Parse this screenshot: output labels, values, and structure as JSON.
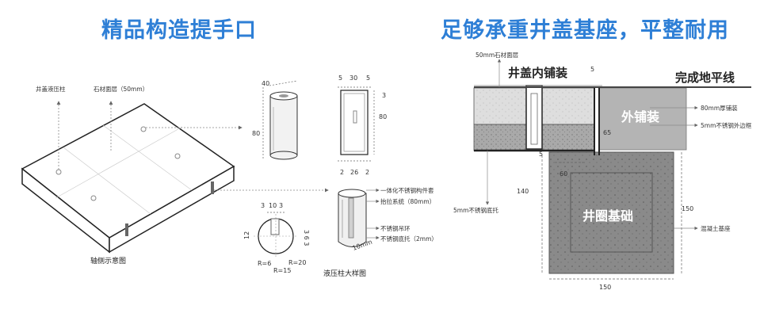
{
  "titles": {
    "left": "精品构造提手口",
    "right": "足够承重井盖基座，平整耐用"
  },
  "left_panel": {
    "labels": {
      "hydraulic_post": "井盖液压柱",
      "stone_layer": "石材面层（50mm）",
      "axon_caption": "轴侧示意图",
      "detail_caption": "液压柱大样图",
      "integrated_part": "一体化不锈钢构件套",
      "lift_system": "抬拉系统（80mm）",
      "steel_ring": "不锈钢吊环",
      "steel_tray": "不锈钢底托（2mm）"
    },
    "dims": {
      "cyl_40": "40",
      "cyl_80": "80",
      "sec_5a": "5",
      "sec_30": "30",
      "sec_5b": "5",
      "sec_3": "3",
      "sec_80": "80",
      "sec_2a": "2",
      "sec_26": "26",
      "sec_2b": "2",
      "plan_3a": "3",
      "plan_10": "10",
      "plan_3b": "3",
      "plan_12": "12",
      "plan_363": "3 6 3",
      "plan_r6": "R=6",
      "plan_r15": "R=15",
      "plan_r20": "R=20",
      "det_10mm": "10mm"
    }
  },
  "right_panel": {
    "labels": {
      "stone_top": "50mm石材面层",
      "inner_paving": "井盖内铺装",
      "finish_level": "完成地平线",
      "outer_paving": "外铺装",
      "paving_80": "80mm厚铺装",
      "edge_frame": "5mm不锈钢外边框",
      "tray": "5mm不锈钢底托",
      "ring_base": "井圈基础",
      "concrete": "混凝土基座"
    },
    "dims": {
      "d5": "5",
      "d65": "65",
      "d5b": "5",
      "d60": "60",
      "d140": "140",
      "d150v": "150",
      "d150h": "150"
    }
  },
  "colors": {
    "title_blue": "#2e7fd6",
    "concrete_gray": "#8c8c8c",
    "paving_gray": "#d9d9d9",
    "outer_gray": "#b4b4b4"
  }
}
